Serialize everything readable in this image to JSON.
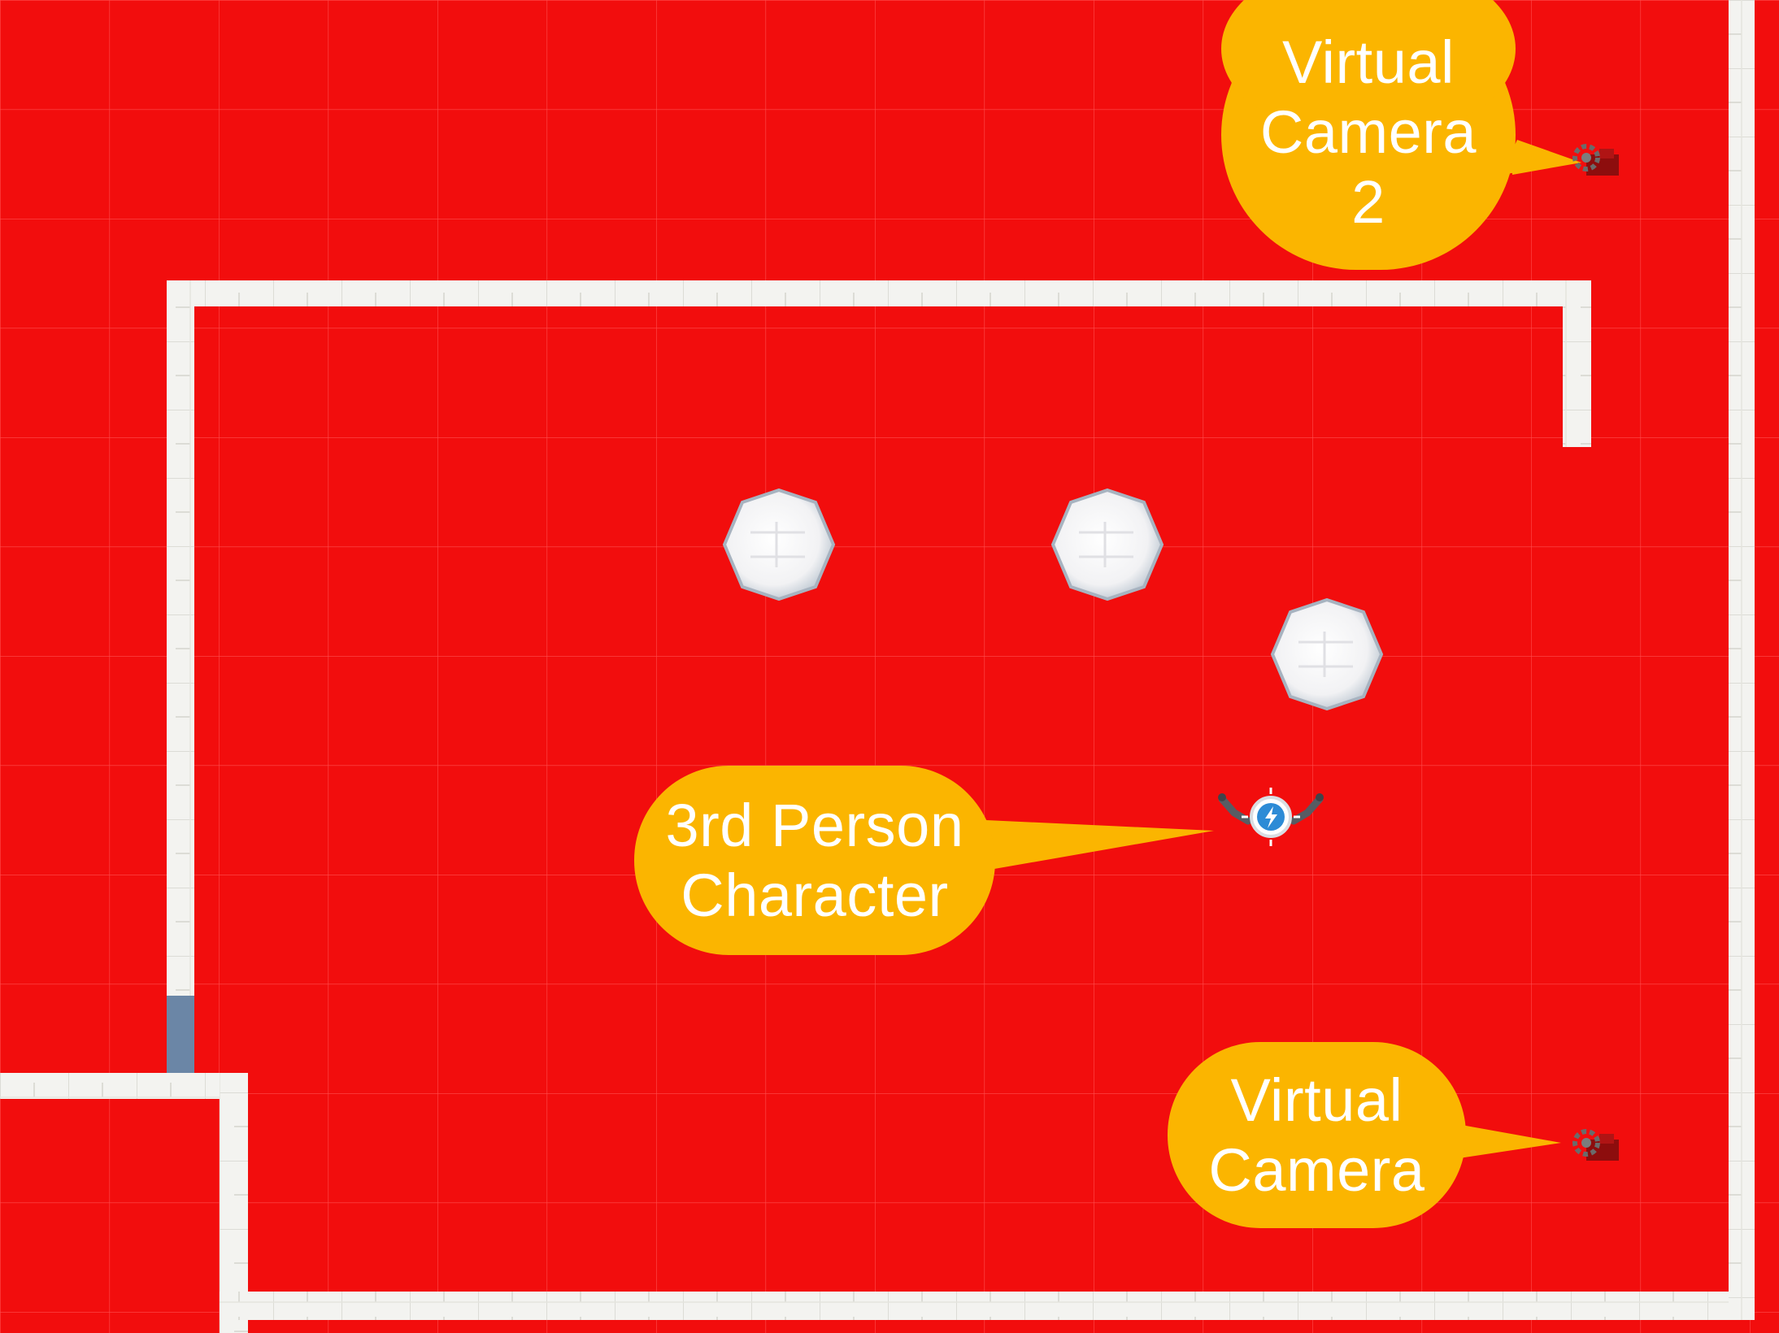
{
  "scene": {
    "ground_color": "#f20d0d",
    "grid_color": "#ff5a5a",
    "wall_color": "#f3f3f0",
    "wall_joint_color": "#d8d8d2",
    "door_color": "#6b86a6",
    "pillar_color": "#f2f2f2",
    "pillar_edge_color": "#c7cfd8"
  },
  "callouts": {
    "color": "#fbb500",
    "text_color": "#ffffff",
    "virtual_camera_2": {
      "lines": [
        "Virtual",
        "Camera",
        "2"
      ],
      "icon": "virtual-camera-gizmo-icon"
    },
    "character": {
      "lines": [
        "3rd Person",
        "Character"
      ],
      "icon": "third-person-character-gizmo-icon"
    },
    "virtual_camera": {
      "lines": [
        "Virtual",
        "Camera"
      ],
      "icon": "virtual-camera-gizmo-icon"
    }
  },
  "pillars": {
    "icon": "round-pillar-icon",
    "count": 3
  }
}
